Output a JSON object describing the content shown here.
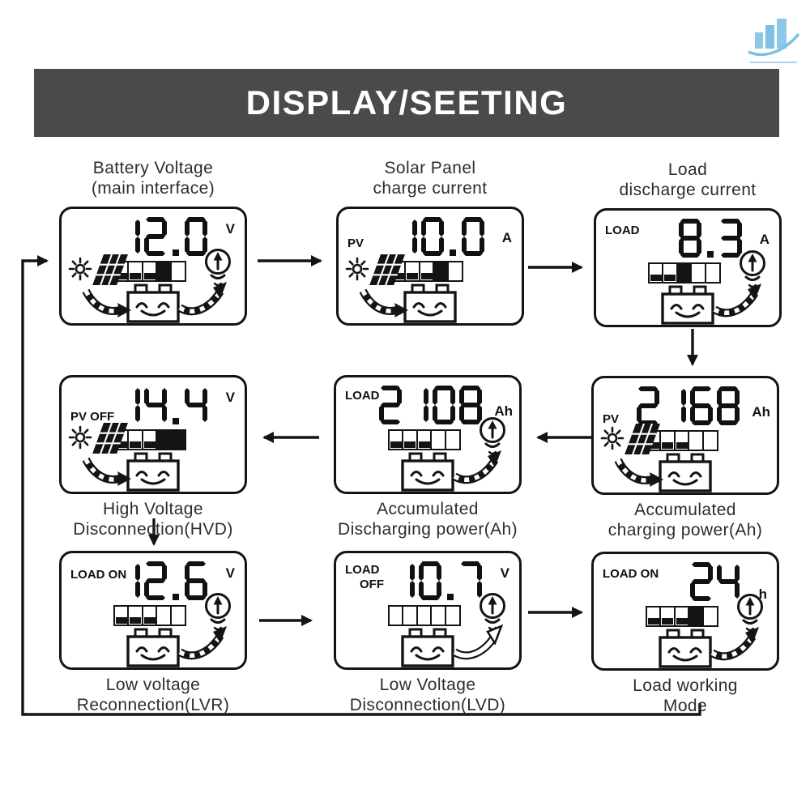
{
  "banner": {
    "title": "DISPLAY/SEETING",
    "bg_color": "#4a4a4a",
    "text_color": "#ffffff"
  },
  "logo": {
    "icon": "bar-chart-swoosh-logo",
    "color": "#82c5e6"
  },
  "panels": [
    {
      "id": "battery-voltage-main",
      "label_lines": [
        "Battery Voltage",
        "(main interface)"
      ],
      "label_position": "above",
      "status_lines": [],
      "value": "12.0",
      "unit": "V",
      "icons": {
        "sun_panel": true,
        "bulb": true,
        "charge_arrow": true,
        "discharge_arrow": "filled",
        "battery": true
      },
      "gauge": [
        "low",
        "low",
        "low",
        "full",
        "empty"
      ]
    },
    {
      "id": "solar-panel-charge-current",
      "label_lines": [
        "Solar Panel",
        "charge current"
      ],
      "label_position": "above",
      "status_lines": [
        "PV"
      ],
      "value": "10.0",
      "unit": "A",
      "icons": {
        "sun_panel": true,
        "bulb": false,
        "charge_arrow": true,
        "discharge_arrow": "none",
        "battery": true
      },
      "gauge": [
        "low",
        "low",
        "low",
        "full",
        "empty"
      ]
    },
    {
      "id": "load-discharge-current",
      "label_lines": [
        "Load",
        "discharge current"
      ],
      "label_position": "above",
      "status_lines": [
        "LOAD"
      ],
      "value": "8.3",
      "unit": "A",
      "icons": {
        "sun_panel": false,
        "bulb": true,
        "charge_arrow": false,
        "discharge_arrow": "filled",
        "battery": true
      },
      "gauge": [
        "low",
        "low",
        "full",
        "empty",
        "empty"
      ]
    },
    {
      "id": "high-voltage-disconnection-hvd",
      "label_lines": [
        "High Voltage",
        "Disconnection(HVD)"
      ],
      "label_position": "below",
      "status_lines": [
        "PV OFF"
      ],
      "value": "14.4",
      "unit": "V",
      "icons": {
        "sun_panel": true,
        "bulb": false,
        "charge_arrow": true,
        "discharge_arrow": "none",
        "battery": true
      },
      "gauge": [
        "low",
        "low",
        "low",
        "full",
        "full"
      ]
    },
    {
      "id": "accumulated-discharging-power",
      "label_lines": [
        "Accumulated",
        "Discharging power(Ah)"
      ],
      "label_position": "below",
      "status_lines": [
        "LOAD"
      ],
      "value": "2108",
      "unit": "Ah",
      "icons": {
        "sun_panel": false,
        "bulb": true,
        "charge_arrow": false,
        "discharge_arrow": "filled",
        "battery": true
      },
      "gauge": [
        "low",
        "low",
        "low",
        "empty",
        "empty"
      ]
    },
    {
      "id": "accumulated-charging-power",
      "label_lines": [
        "Accumulated",
        "charging power(Ah)"
      ],
      "label_position": "below",
      "status_lines": [
        "PV"
      ],
      "value": "2168",
      "unit": "Ah",
      "icons": {
        "sun_panel": true,
        "bulb": false,
        "charge_arrow": true,
        "discharge_arrow": "none",
        "battery": true
      },
      "gauge": [
        "low",
        "low",
        "low",
        "empty",
        "empty"
      ]
    },
    {
      "id": "low-voltage-reconnection-lvr",
      "label_lines": [
        "Low voltage",
        "Reconnection(LVR)"
      ],
      "label_position": "below",
      "status_lines": [
        "LOAD ON"
      ],
      "value": "12.6",
      "unit": "V",
      "icons": {
        "sun_panel": false,
        "bulb": true,
        "charge_arrow": false,
        "discharge_arrow": "filled",
        "battery": true
      },
      "gauge": [
        "low",
        "low",
        "low",
        "empty",
        "empty"
      ]
    },
    {
      "id": "low-voltage-disconnection-lvd",
      "label_lines": [
        "Low Voltage",
        "Disconnection(LVD)"
      ],
      "label_position": "below",
      "status_lines": [
        "LOAD",
        "OFF"
      ],
      "value": "10.7",
      "unit": "V",
      "icons": {
        "sun_panel": false,
        "bulb": true,
        "charge_arrow": false,
        "discharge_arrow": "outline",
        "battery": true
      },
      "gauge": [
        "empty",
        "empty",
        "empty",
        "empty",
        "empty"
      ]
    },
    {
      "id": "load-working-mode",
      "label_lines": [
        "Load working",
        "Mode"
      ],
      "label_position": "below",
      "status_lines": [
        "LOAD ON"
      ],
      "value": "24",
      "unit": "h",
      "icons": {
        "sun_panel": false,
        "bulb": true,
        "charge_arrow": false,
        "discharge_arrow": "filled",
        "battery": true
      },
      "gauge": [
        "low",
        "low",
        "low",
        "full",
        "empty"
      ]
    }
  ],
  "flow": [
    {
      "from": "battery-voltage-main",
      "to": "solar-panel-charge-current"
    },
    {
      "from": "solar-panel-charge-current",
      "to": "load-discharge-current"
    },
    {
      "from": "load-discharge-current",
      "to": "accumulated-charging-power"
    },
    {
      "from": "accumulated-charging-power",
      "to": "accumulated-discharging-power"
    },
    {
      "from": "accumulated-discharging-power",
      "to": "high-voltage-disconnection-hvd"
    },
    {
      "from": "high-voltage-disconnection-hvd",
      "to": "low-voltage-reconnection-lvr"
    },
    {
      "from": "low-voltage-reconnection-lvr",
      "to": "low-voltage-disconnection-lvd"
    },
    {
      "from": "low-voltage-disconnection-lvd",
      "to": "load-working-mode"
    },
    {
      "from": "load-working-mode",
      "to": "battery-voltage-main"
    }
  ],
  "colors": {
    "line": "#141414",
    "label_text": "#2d2d2d"
  }
}
